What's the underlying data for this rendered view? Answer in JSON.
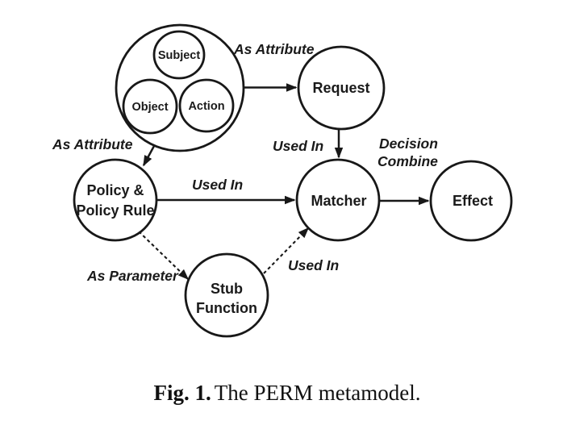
{
  "colors": {
    "ink": "#181818",
    "text": "#1a1a1a",
    "background": "#ffffff"
  },
  "diagram": {
    "nodes": {
      "subject": "Subject",
      "object": "Object",
      "action": "Action",
      "request": "Request",
      "policy_line1": "Policy &",
      "policy_line2": "Policy Rule",
      "matcher": "Matcher",
      "effect": "Effect",
      "stub_line1": "Stub",
      "stub_line2": "Function"
    },
    "edge_labels": {
      "container_to_request": "As Attribute",
      "container_to_policy": "As Attribute",
      "request_to_matcher": "Used In",
      "policy_to_matcher": "Used In",
      "matcher_to_effect_line1": "Decision",
      "matcher_to_effect_line2": "Combine",
      "policy_to_stub": "As Parameter",
      "stub_to_matcher": "Used In"
    }
  },
  "caption": {
    "label": "Fig. 1.",
    "text": "The PERM metamodel."
  }
}
